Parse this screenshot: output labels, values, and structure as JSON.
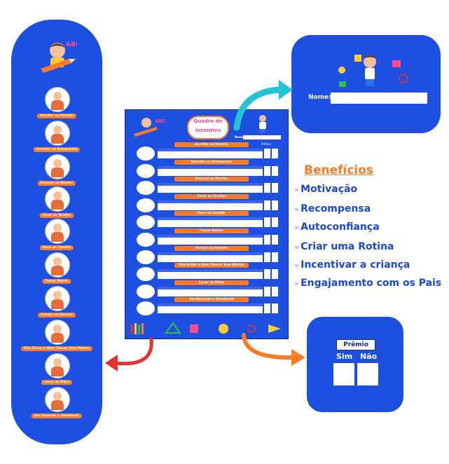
{
  "strip": {
    "items": [
      {
        "label": "Acordar no Horário"
      },
      {
        "label": "Guardar os Brinquedos"
      },
      {
        "label": "Escovar os Dentes"
      },
      {
        "label": "Fazer as Tarefas"
      },
      {
        "label": "Hora de Comida"
      },
      {
        "label": "Tomar Banho"
      },
      {
        "label": "Dormir no Horário"
      },
      {
        "label": "Não Gritar e Nem Chorar Sem Motivo"
      },
      {
        "label": "Lavar as Mãos"
      },
      {
        "label": "Ser Educado e Obediente"
      }
    ]
  },
  "poster": {
    "title_line1": "Quadro de",
    "title_line2": "Incentivo",
    "name_label": "Nome:",
    "prize_label": "Prêmio",
    "rows": [
      "Acordar no Horário",
      "Guardar os Brinquedos",
      "Escovar os Dentes",
      "Fazer as Tarefas",
      "Hora de Comida",
      "Tomar Banho",
      "Dormir no Horário",
      "Não Gritar e Nem Chorar Sem Motivo",
      "Lavar as Mãos",
      "Ser Educado e Obediente"
    ]
  },
  "namecard": {
    "label": "Nome:"
  },
  "prize": {
    "title": "Prêmio",
    "yes": "Sim",
    "no": "Não"
  },
  "benefits": {
    "title": "Benefícios",
    "items": [
      "Motivação",
      "Recompensa",
      "Autoconfiança",
      "Criar uma Rotina",
      "Incentivar a criança",
      "Engajamento com os Pais"
    ]
  },
  "colors": {
    "brand_blue": "#1d4fe0",
    "accent_orange": "#ff7a24",
    "arrow_teal": "#22c3d6",
    "arrow_red": "#e8322f"
  }
}
